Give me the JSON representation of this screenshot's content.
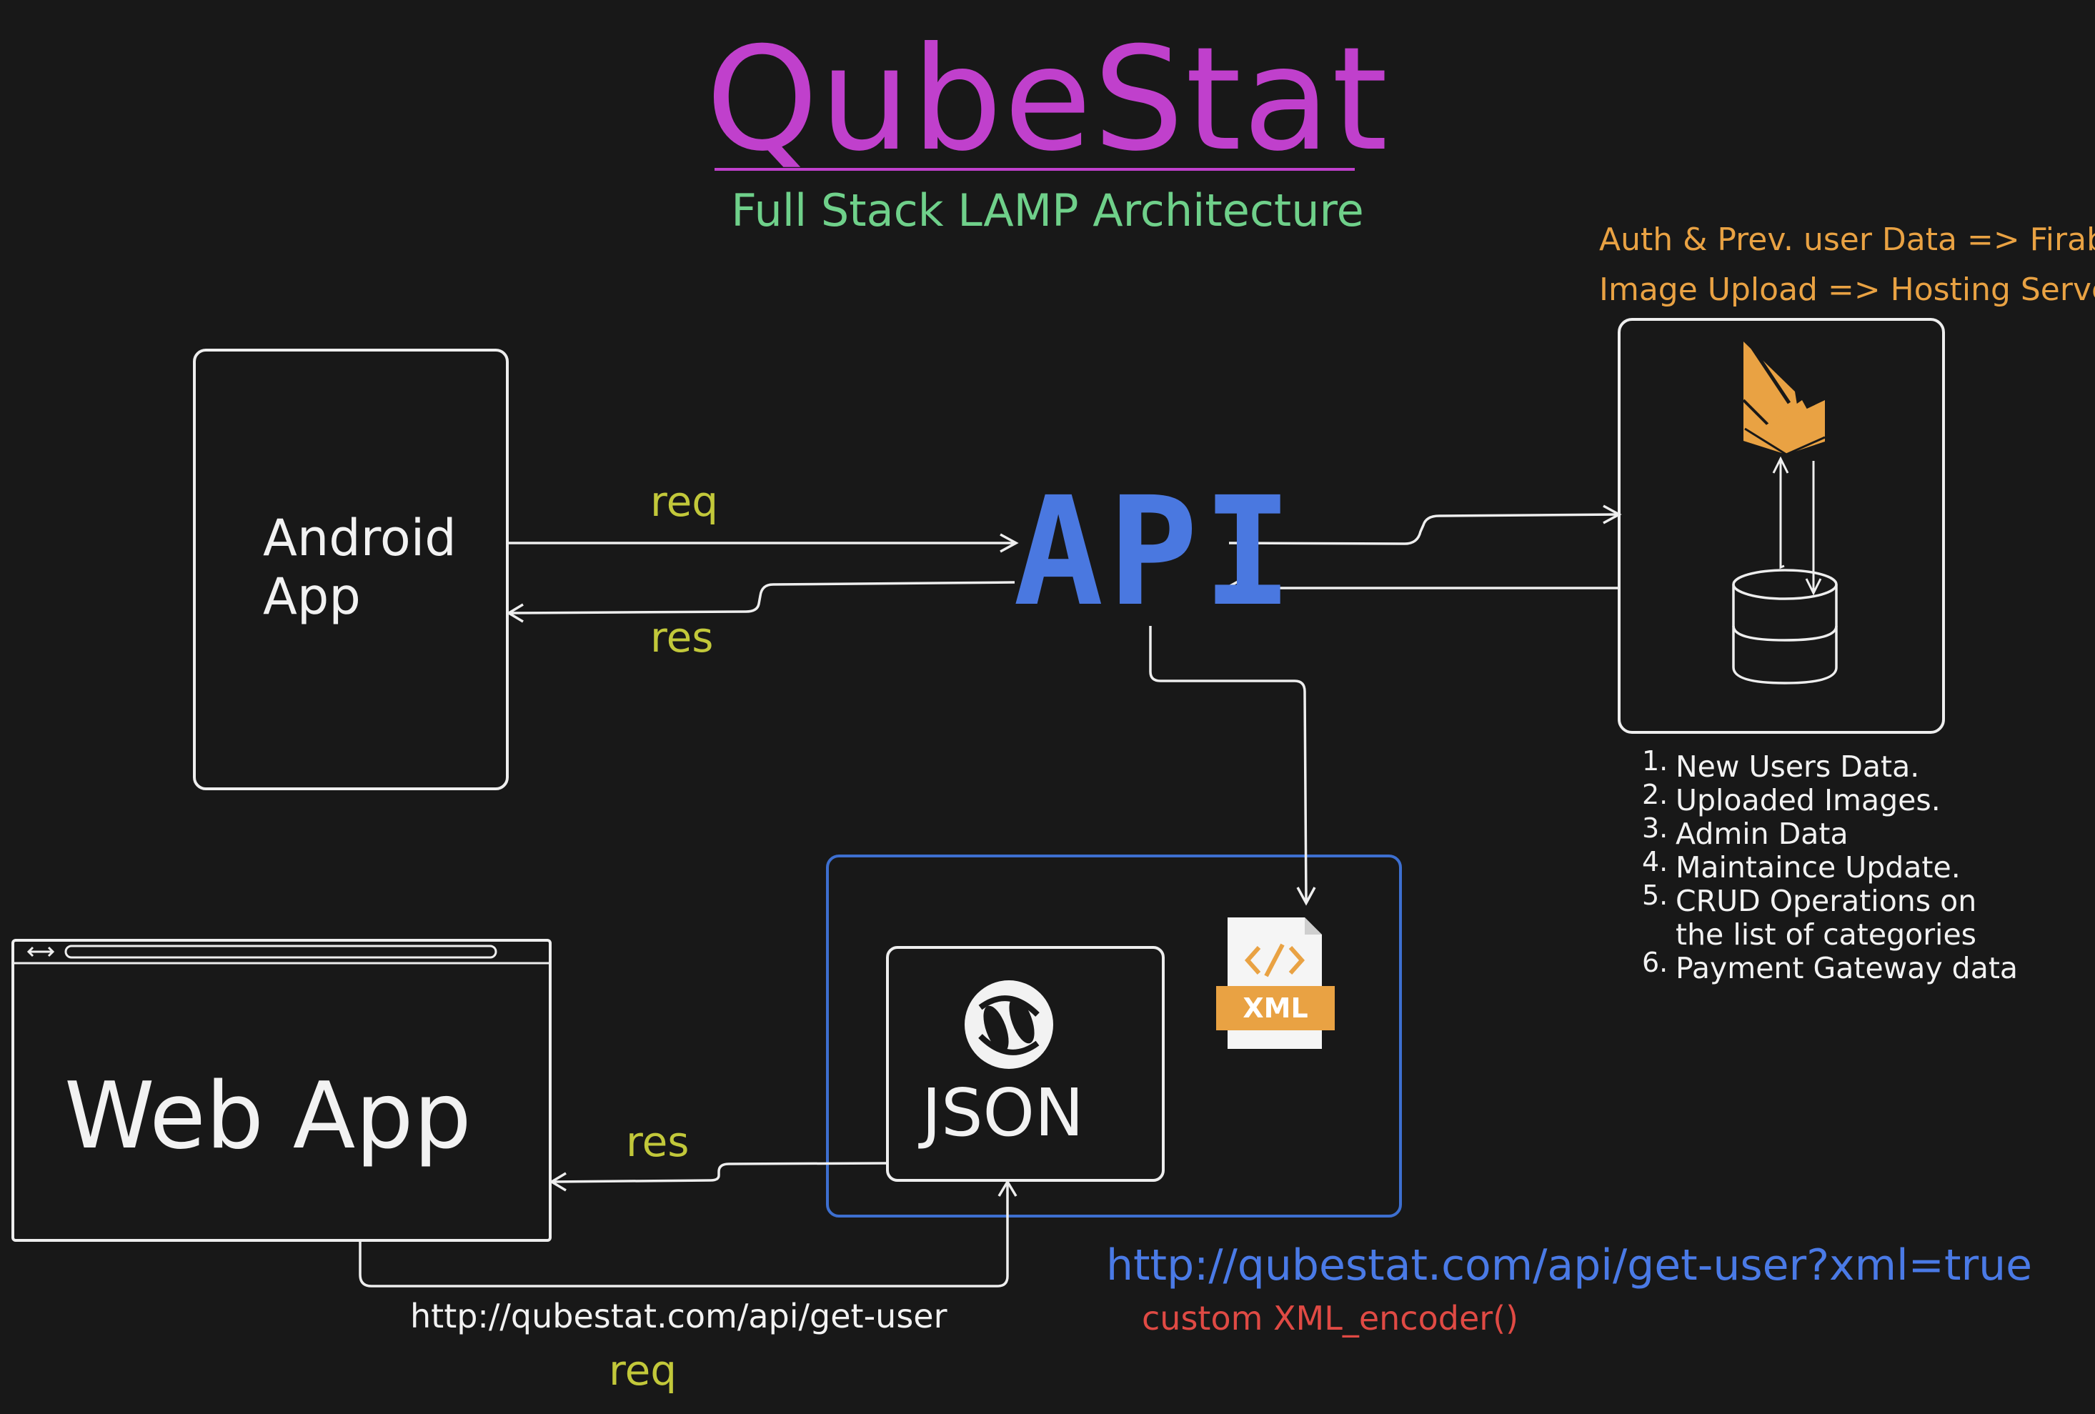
{
  "title": "QubeStat",
  "subtitle": "Full Stack LAMP Architecture",
  "android": {
    "label_line1": "Android",
    "label_line2": "App"
  },
  "web_app": {
    "label": "Web App"
  },
  "api": {
    "label": "API"
  },
  "flows": {
    "android_req": "req",
    "android_res": "res",
    "web_res": "res",
    "web_req": "req"
  },
  "backend_notes": {
    "line1": "Auth & Prev. user Data => Firabase",
    "line2": "Image Upload => Hosting Server"
  },
  "db_list": [
    {
      "num": "1.",
      "text": "New Users Data."
    },
    {
      "num": "2.",
      "text": "Uploaded Images."
    },
    {
      "num": "3.",
      "text": "Admin Data"
    },
    {
      "num": "4.",
      "text": "Maintaince Update."
    },
    {
      "num": "5.",
      "text": "CRUD Operations on",
      "text2": "the list of categories"
    },
    {
      "num": "6.",
      "text": "Payment Gateway data"
    }
  ],
  "formats": {
    "json_label": "JSON",
    "xml_badge": "XML",
    "xml_code_glyph": "</>"
  },
  "urls": {
    "get_user": "http://qubestat.com/api/get-user",
    "get_user_xml": "http://qubestat.com/api/get-user?xml=true",
    "xml_encoder": "custom XML_encoder()"
  },
  "icons": [
    "firebase-icon",
    "database-icon",
    "json-icon",
    "xml-file-icon",
    "browser-nav-icon"
  ],
  "colors": {
    "background": "#181818",
    "title": "#c040cc",
    "subtitle": "#6fd08a",
    "flow_label": "#c2c83a",
    "api": "#4a78e0",
    "notes": "#e9a243",
    "format_box": "#3d6fd0",
    "xml_url": "#4a7ae6",
    "encoder": "#e04a44"
  }
}
